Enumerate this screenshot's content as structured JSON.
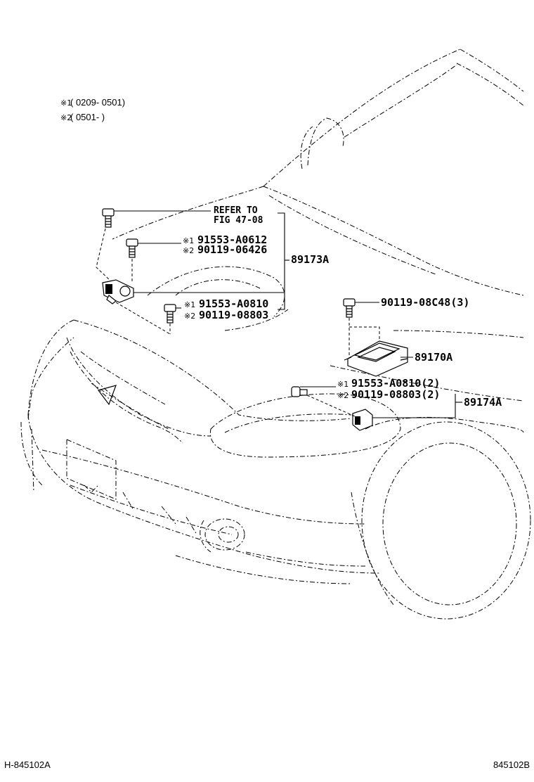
{
  "notes": [
    {
      "mark": "※1",
      "text": "( 0209- 0501)"
    },
    {
      "mark": "※2",
      "text": "( 0501-        )"
    }
  ],
  "refer": {
    "line1": "REFER TO",
    "line2": "FIG  47-08"
  },
  "callouts": {
    "c1_mark": "※1",
    "c1_part": "91553-A0612",
    "c2_mark": "※2",
    "c2_part": "90119-06426",
    "c3_mark": "※1",
    "c3_part": "91553-A0810",
    "c4_mark": "※2",
    "c4_part": "90119-08803",
    "c5_part": "90119-08C48(3)",
    "c6_mark": "※1",
    "c6_part": "91553-A0810(2)",
    "c7_mark": "※2",
    "c7_part": "90119-08803(2)"
  },
  "assemblies": {
    "a1": "89173A",
    "a2": "89170A",
    "a3": "89174A"
  },
  "footer": {
    "left": "H-845102A",
    "right": "845102B"
  }
}
